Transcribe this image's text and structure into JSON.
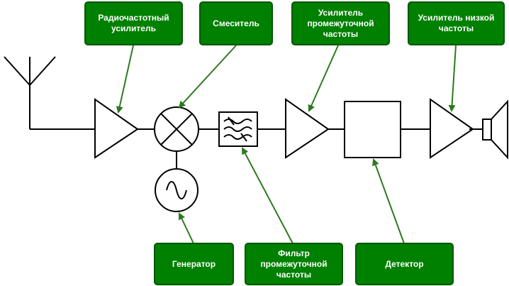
{
  "labels": {
    "rf_amplifier": "Радиочастотный\nусилитель",
    "mixer": "Смеситель",
    "if_amplifier": "Усилитель\nпромежуточной\nчастоты",
    "lf_amplifier": "Усилитель низкой\nчастоты",
    "generator": "Генератор",
    "if_filter": "Фильтр\nпромежуточной\nчастоты",
    "detector": "Детектор"
  },
  "colors": {
    "label_fill": "#008000",
    "label_border": "#005700",
    "arrow": "#2d7a1f",
    "line": "#000000"
  }
}
